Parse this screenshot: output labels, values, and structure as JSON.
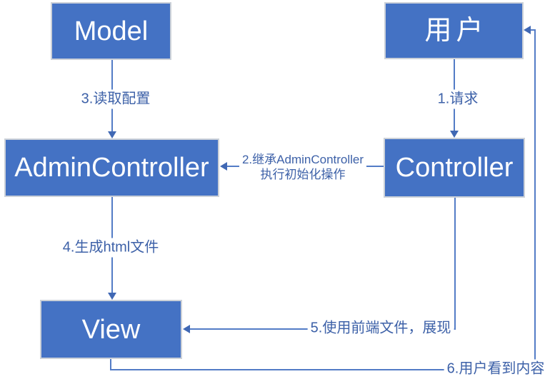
{
  "diagram": {
    "title": "MVC request flow diagram",
    "background_color": "#ffffff",
    "node_fill_color": "#4472C4",
    "node_border_color": "#ccd1d8",
    "node_text_color": "#ffffff",
    "connector_color": "#537cc6",
    "label_text_color": "#3d61a8"
  },
  "nodes": {
    "model": {
      "label": "Model"
    },
    "user": {
      "label": "用户"
    },
    "admin_controller": {
      "label": "AdminController"
    },
    "controller": {
      "label": "Controller"
    },
    "view": {
      "label": "View"
    }
  },
  "edges": {
    "e1": {
      "label": "1.请求",
      "from": "用户",
      "to": "Controller",
      "direction": "down"
    },
    "e2": {
      "label_line1": "2.继承AdminController",
      "label_line2": "执行初始化操作",
      "from": "Controller",
      "to": "AdminController",
      "direction": "left"
    },
    "e3": {
      "label": "3.读取配置",
      "from": "Model",
      "to": "AdminController",
      "direction": "down"
    },
    "e4": {
      "label": "4.生成html文件",
      "from": "AdminController",
      "to": "View",
      "direction": "down"
    },
    "e5": {
      "label": "5.使用前端文件，展现",
      "from": "Controller",
      "to": "View",
      "direction": "left"
    },
    "e6": {
      "label": "6.用户看到内容",
      "from": "View",
      "to": "用户",
      "direction": "up-left"
    }
  }
}
